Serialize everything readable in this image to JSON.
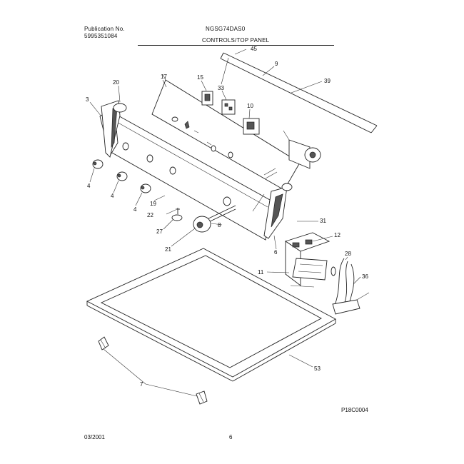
{
  "header": {
    "publication_label": "Publication No.",
    "publication_number": "5995351084",
    "model": "NGSG74DAS0",
    "section_title": "CONTROLS/TOP PANEL"
  },
  "footer": {
    "date": "03/2001",
    "page": "6",
    "figure_code": "P18C0004"
  },
  "callouts": [
    "45",
    "9",
    "39",
    "17",
    "15",
    "33",
    "10",
    "20",
    "3",
    "4",
    "4",
    "4",
    "19",
    "22",
    "27",
    "21",
    "8",
    "6",
    "31",
    "12",
    "11",
    "28",
    "36",
    "53",
    "7"
  ]
}
